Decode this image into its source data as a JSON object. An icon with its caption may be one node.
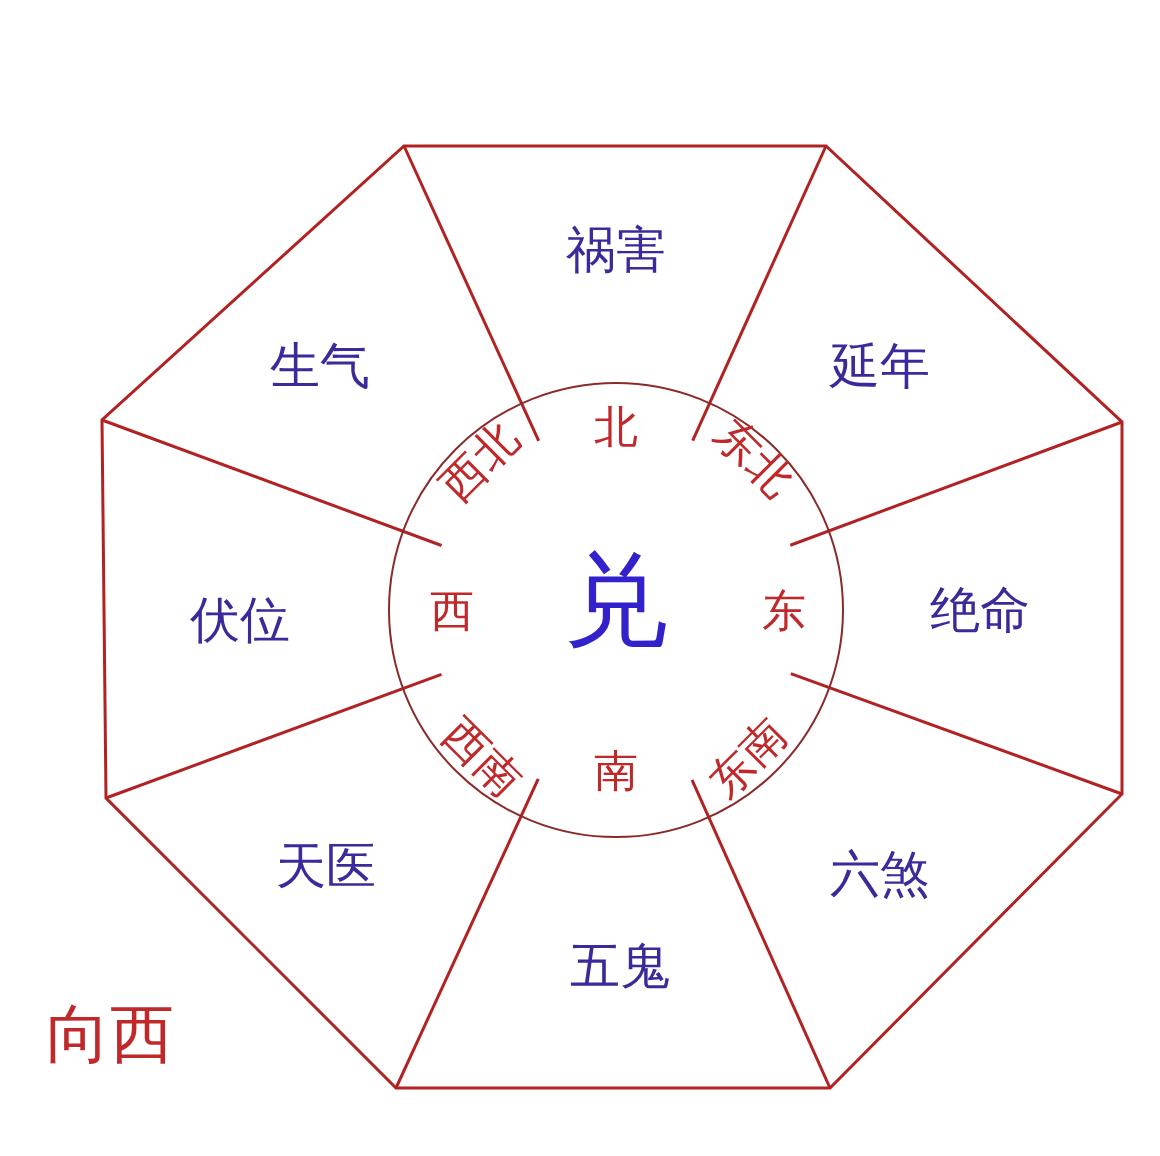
{
  "diagram": {
    "nodes": [
      {
        "text": [
          "祸害"
        ]
      },
      {
        "text": [
          "生气"
        ]
      },
      {
        "text": [
          "延年"
        ]
      },
      {
        "text": [
          "伏位"
        ]
      },
      {
        "text": [
          "兑"
        ]
      },
      {
        "text": [
          "绝命"
        ]
      },
      {
        "text": [
          "天医"
        ]
      },
      {
        "text": [
          "六煞"
        ]
      },
      {
        "text": [
          "五鬼"
        ]
      }
    ],
    "labels": [
      "北",
      "西北",
      "东北",
      "西",
      "东",
      "西南",
      "东南",
      "南",
      "向西"
    ]
  }
}
